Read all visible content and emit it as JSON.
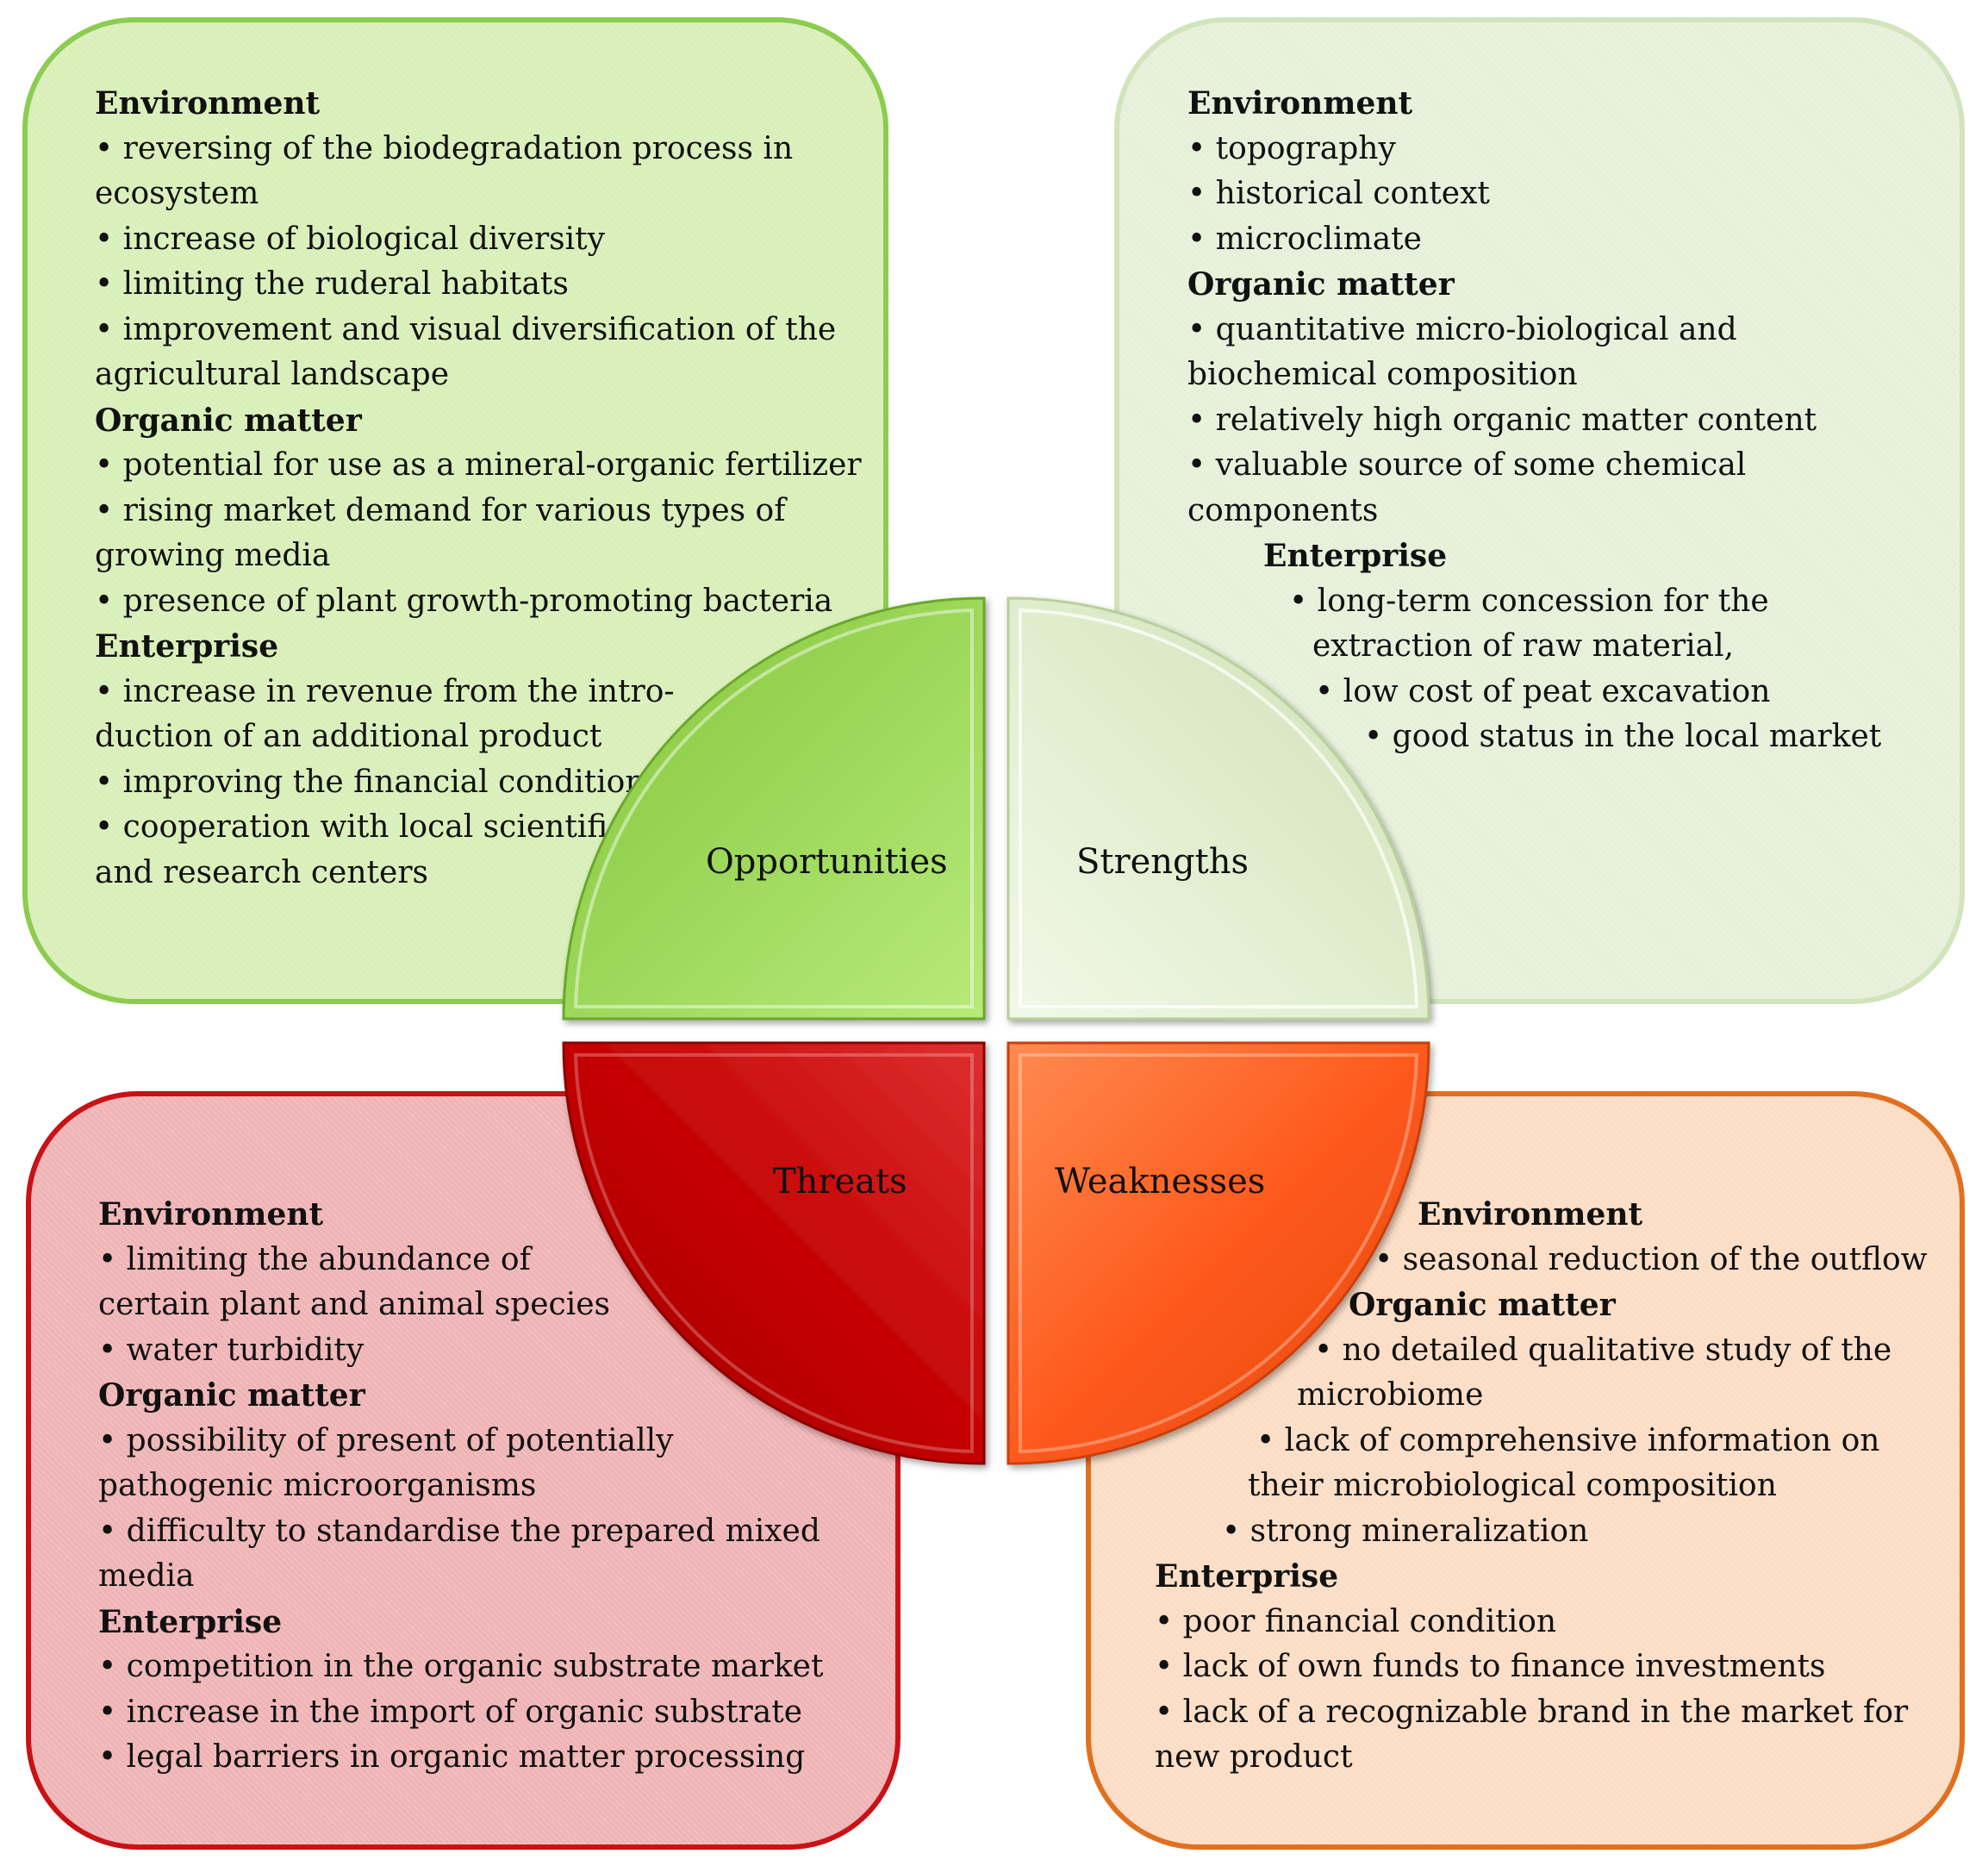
{
  "quadrants": {
    "opportunities": {
      "label": "Opportunities",
      "color_fill": "#99d354",
      "color_panel": "#d9efb9",
      "color_border": "#8ccc4f",
      "lines": [
        {
          "text": "Environment",
          "head": true
        },
        {
          "text": "• reversing of the biodegradation process in"
        },
        {
          "text": "ecosystem"
        },
        {
          "text": "• increase of biological diversity"
        },
        {
          "text": "• limiting the ruderal habitats"
        },
        {
          "text": "• improvement and visual diversification of the"
        },
        {
          "text": "agricultural landscape"
        },
        {
          "text": "Organic matter",
          "head": true
        },
        {
          "text": "• potential for use as a mineral-organic fertilizer"
        },
        {
          "text": "• rising market demand for various types of"
        },
        {
          "text": "growing media"
        },
        {
          "text": "• presence of plant growth-promoting bacteria"
        },
        {
          "text": "Enterprise",
          "head": true
        },
        {
          "text": "• increase in revenue from the intro-"
        },
        {
          "text": "duction of an additional product"
        },
        {
          "text": "• improving the financial condition"
        },
        {
          "text": "• cooperation with local scientific"
        },
        {
          "text": "and research centers"
        }
      ]
    },
    "strengths": {
      "label": "Strengths",
      "color_fill": "#dde9ca",
      "color_panel": "#e6f0d9",
      "color_border": "#d1e4bb",
      "lines": [
        {
          "text": "Environment",
          "head": true
        },
        {
          "text": "• topography"
        },
        {
          "text": "• historical context"
        },
        {
          "text": "• microclimate"
        },
        {
          "text": "Organic matter",
          "head": true
        },
        {
          "text": "• quantitative micro-biological and"
        },
        {
          "text": "biochemical composition"
        },
        {
          "text": "• relatively high organic matter content"
        },
        {
          "text": "• valuable source of some chemical"
        },
        {
          "text": "components"
        },
        {
          "text": "Enterprise",
          "head": true,
          "indent": 88
        },
        {
          "text": "• long-term concession for the",
          "indent": 118
        },
        {
          "text": "extraction of raw material,",
          "indent": 145
        },
        {
          "text": "• low cost of peat excavation",
          "indent": 148
        },
        {
          "text": "• good status in the local market",
          "indent": 205
        }
      ]
    },
    "threats": {
      "label": "Threats",
      "color_fill": "#c00000",
      "color_panel": "#efb3b5",
      "color_border": "#c81216",
      "lines": [
        {
          "text": "Environment",
          "head": true
        },
        {
          "text": "• limiting the abundance of"
        },
        {
          "text": "certain plant and animal species"
        },
        {
          "text": "• water turbidity"
        },
        {
          "text": "Organic matter",
          "head": true
        },
        {
          "text": "•  possibility of present of potentially"
        },
        {
          "text": "pathogenic microorganisms"
        },
        {
          "text": "•  difficulty to standardise the prepared mixed"
        },
        {
          "text": "media"
        },
        {
          "text": "Enterprise",
          "head": true
        },
        {
          "text": "• competition in the organic substrate market"
        },
        {
          "text": "• increase in the import of organic substrate"
        },
        {
          "text": "• legal barriers in organic matter processing"
        }
      ]
    },
    "weaknesses": {
      "label": "Weaknesses",
      "color_fill": "#fe5a1d",
      "color_panel": "#fbdcc4",
      "color_border": "#e07020",
      "lines": [
        {
          "text": "Environment",
          "head": true,
          "indent": 305
        },
        {
          "text": "• seasonal reduction of the outflow",
          "indent": 255
        },
        {
          "text": "Organic matter",
          "head": true,
          "indent": 225
        },
        {
          "text": "• no detailed qualitative study of the",
          "indent": 185
        },
        {
          "text": "microbiome",
          "indent": 165
        },
        {
          "text": "• lack of comprehensive information on",
          "indent": 118
        },
        {
          "text": "their microbiological composition",
          "indent": 108
        },
        {
          "text": "• strong mineralization",
          "indent": 78
        },
        {
          "text": "Enterprise",
          "head": true
        },
        {
          "text": "• poor financial condition"
        },
        {
          "text": "• lack of own funds to finance investments"
        },
        {
          "text": "• lack of a recognizable brand in the market for"
        },
        {
          "text": "new product"
        }
      ]
    }
  }
}
